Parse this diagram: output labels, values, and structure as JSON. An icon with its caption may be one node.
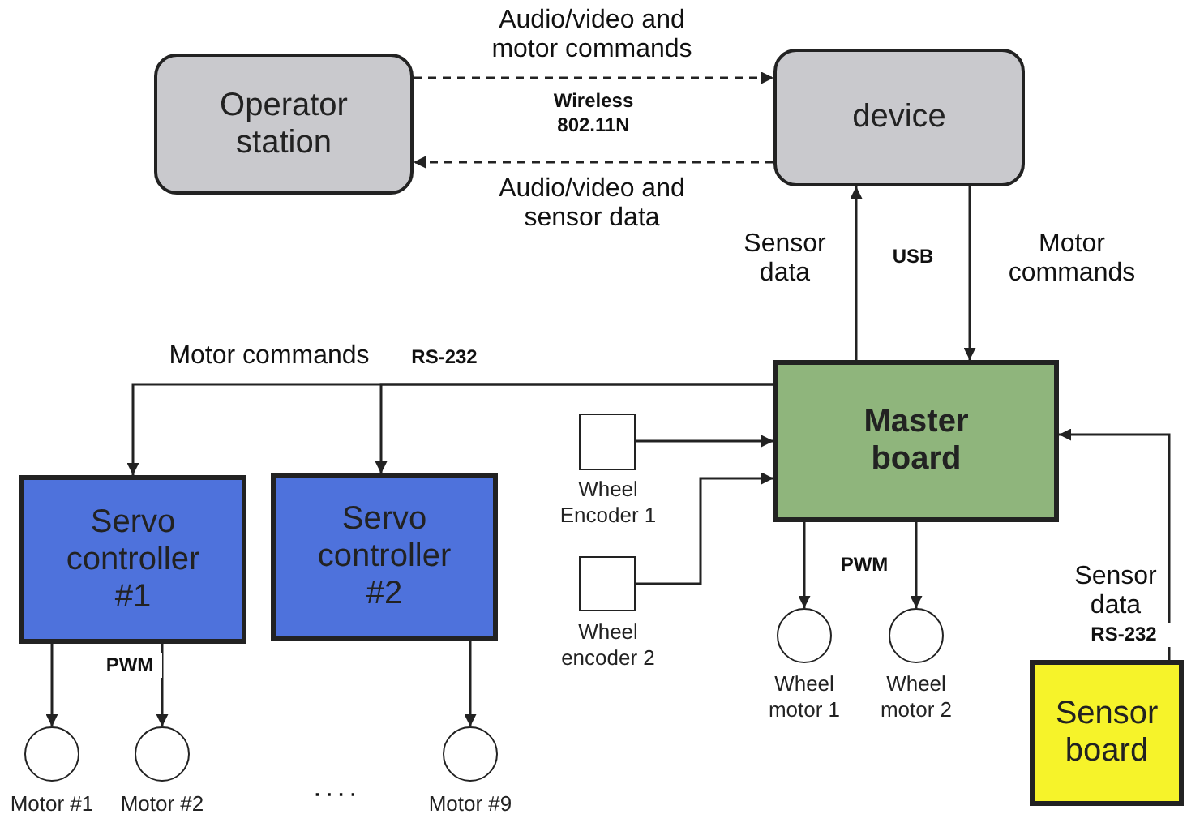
{
  "diagram": {
    "nodes": [
      {
        "text": [
          "Operator station"
        ]
      },
      {
        "text": [
          "device"
        ]
      },
      {
        "text": [
          "Master board"
        ]
      },
      {
        "text": [
          "Servo controller #1"
        ]
      },
      {
        "text": [
          "Servo controller #2"
        ]
      },
      {
        "text": [],
        "shape": "box",
        "beside": [
          "Wheel Encoder 1"
        ]
      },
      {
        "text": [],
        "shape": "box",
        "beside": [
          "Wheel encoder 2"
        ]
      },
      {
        "text": [
          "Sensor board"
        ]
      },
      {
        "text": [],
        "shape": "circle",
        "beside": [
          "Motor #1"
        ]
      },
      {
        "text": [],
        "shape": "circle",
        "beside": [
          "Motor #2"
        ]
      },
      {
        "text": [],
        "shape": "circle",
        "beside": [
          "Motor #9"
        ]
      },
      {
        "text": [],
        "shape": "circle",
        "beside": [
          "Wheel motor 1"
        ]
      },
      {
        "text": [],
        "shape": "circle",
        "beside": [
          "Wheel motor 2"
        ]
      }
    ],
    "edges": [
      {
        "from": 0,
        "to": 1,
        "arrow": "to",
        "style": "dashed",
        "label": "Audio/video and motor commands"
      },
      {
        "from": 1,
        "to": 0,
        "arrow": "to",
        "style": "dashed",
        "label": "Audio/video and sensor data"
      },
      {
        "from": 2,
        "to": 1,
        "arrow": "to",
        "label": "Sensor data"
      },
      {
        "from": 1,
        "to": 2,
        "arrow": "to",
        "label": "Motor commands"
      },
      {
        "from": 2,
        "to": 3,
        "arrow": "to",
        "label": "Motor commands"
      },
      {
        "from": 2,
        "to": 4,
        "arrow": "to"
      },
      {
        "from": 5,
        "to": 2,
        "arrow": "to"
      },
      {
        "from": 6,
        "to": 2,
        "arrow": "to"
      },
      {
        "from": 7,
        "to": 2,
        "arrow": "to",
        "label": "Sensor data"
      },
      {
        "from": 3,
        "to": 8,
        "arrow": "to"
      },
      {
        "from": 3,
        "to": 9,
        "arrow": "to"
      },
      {
        "from": 4,
        "to": 10,
        "arrow": "to"
      },
      {
        "from": 2,
        "to": 11,
        "arrow": "to"
      },
      {
        "from": 2,
        "to": 12,
        "arrow": "to"
      }
    ],
    "labels": [
      "Wireless 802.11N",
      "USB",
      "RS-232",
      "RS-232",
      "PWM",
      "PWM",
      "· · · ·"
    ]
  }
}
